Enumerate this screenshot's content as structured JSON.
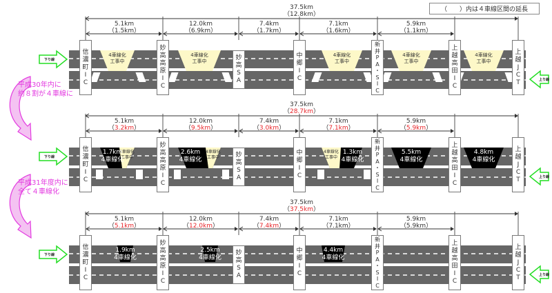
{
  "legend": "（　　）内は４車線区間の延長",
  "direction": {
    "down": "下り線",
    "up": "上り線"
  },
  "stations": [
    {
      "name": "信濃町IC",
      "chars": [
        "信",
        "濃",
        "町",
        "I",
        "C"
      ]
    },
    {
      "name": "妙高高原IC",
      "chars": [
        "妙",
        "高",
        "高",
        "原",
        "I",
        "C"
      ]
    },
    {
      "name": "妙高SA",
      "chars": [
        "妙",
        "高",
        "S",
        "A"
      ]
    },
    {
      "name": "中郷IC",
      "chars": [
        "中",
        "郷",
        "I",
        "C"
      ]
    },
    {
      "name": "新井PA・SIC",
      "chars": [
        "新",
        "井",
        "P",
        "A",
        "・",
        "S",
        "I",
        "C"
      ]
    },
    {
      "name": "上越高田IC",
      "chars": [
        "上",
        "越",
        "高",
        "田",
        "I",
        "C"
      ]
    },
    {
      "name": "上越JCT",
      "chars": [
        "上",
        "越",
        "J",
        "C",
        "T"
      ]
    }
  ],
  "segments": [
    "5.1km",
    "12.0km",
    "7.4km",
    "7.1km",
    "5.9km"
  ],
  "total": "37.5km",
  "phases": [
    {
      "id": "current",
      "total_4lane": "12.8km",
      "total_4lane_highlight": false,
      "segment_4lane": [
        {
          "value": "1.5km",
          "highlight": false
        },
        {
          "value": "6.9km",
          "highlight": false
        },
        {
          "value": "1.7km",
          "highlight": false
        },
        {
          "value": "1.6km",
          "highlight": false
        },
        {
          "value": "1.1km",
          "highlight": false
        }
      ],
      "works": [
        {
          "label": [
            "4車線化",
            "工事中"
          ]
        },
        {
          "label": [
            "4車線化",
            "工事中"
          ]
        },
        {
          "label": [
            "4車線化",
            "工事中"
          ]
        },
        {
          "label": [
            "4車線化",
            "工事中"
          ]
        },
        {
          "label": [
            "4車線化",
            "工事中"
          ]
        }
      ]
    },
    {
      "id": "h30",
      "note": [
        "平成30年内に",
        "約８割が４車線に"
      ],
      "total_4lane": "28.7km",
      "total_4lane_highlight": true,
      "segment_4lane": [
        {
          "value": "3.2km",
          "highlight": true
        },
        {
          "value": "9.5km",
          "highlight": true
        },
        {
          "value": "3.0km",
          "highlight": true
        },
        {
          "value": "7.1km",
          "highlight": true
        },
        {
          "value": "5.9km",
          "highlight": true
        }
      ],
      "works": [
        {
          "done": "1.7km",
          "done_label": "4車線化",
          "ongoing": [
            "4車線化",
            "工事中"
          ]
        },
        {
          "done": "2.6km",
          "done_label": "4車線化",
          "ongoing": [
            "4車線化",
            "工事中"
          ]
        },
        {
          "done": "1.3km",
          "done_label": "4車線化",
          "ongoing": [
            "4車線化",
            "工事中"
          ]
        },
        {
          "done": "5.5km",
          "done_label": "4車線化"
        },
        {
          "done": "4.8km",
          "done_label": "4車線化"
        }
      ]
    },
    {
      "id": "h31",
      "note": [
        "平成31年度内に",
        "全て４車線化"
      ],
      "total_4lane": "37.5km",
      "total_4lane_highlight": true,
      "segment_4lane": [
        {
          "value": "5.1km",
          "highlight": true
        },
        {
          "value": "12.0km",
          "highlight": true
        },
        {
          "value": "7.4km",
          "highlight": true
        },
        {
          "value": "7.1km",
          "highlight": false
        },
        {
          "value": "5.9km",
          "highlight": false
        }
      ],
      "works": [
        {
          "done": "1.9km",
          "done_label": "4車線化"
        },
        {
          "done": "2.5km",
          "done_label": "4車線化"
        },
        {
          "done": "4.4km",
          "done_label": "4車線化"
        }
      ]
    }
  ],
  "colors": {
    "road": "#666666",
    "works": "#fdf8c8",
    "done": "#000000",
    "highlight": "#e8262b",
    "dir_arrow": "#22dd22",
    "note": "#e33ce0"
  }
}
